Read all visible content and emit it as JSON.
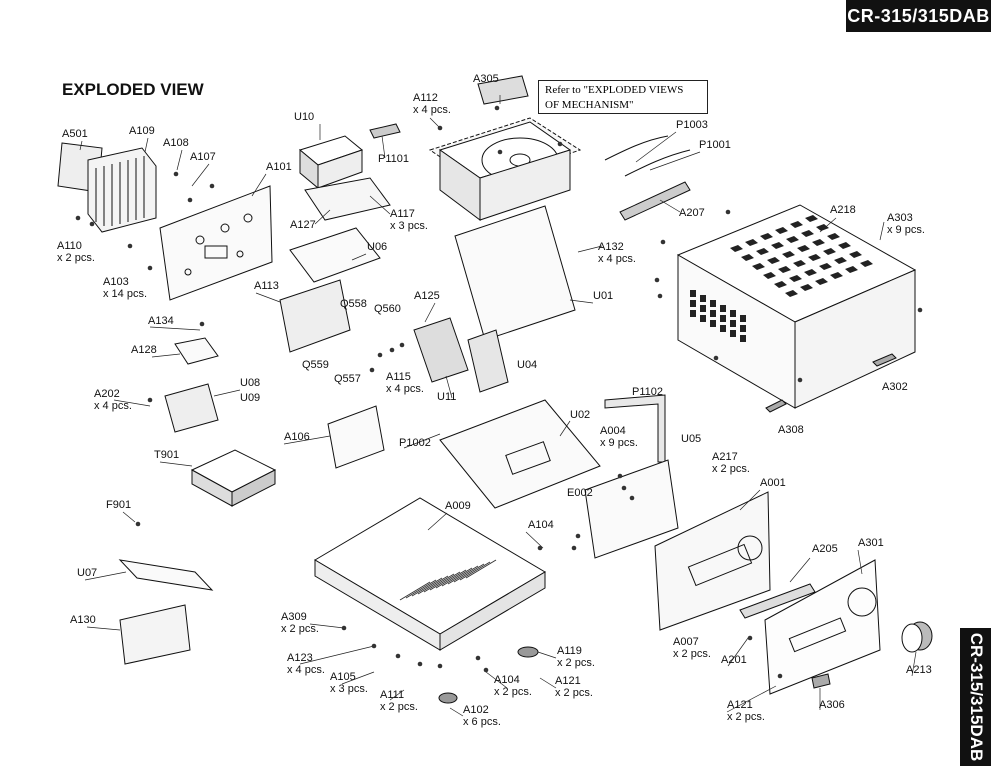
{
  "header": {
    "model_badge": "CR-315/315DAB"
  },
  "side_badge": {
    "label": "CR-315/315DAB"
  },
  "title": "EXPLODED VIEW",
  "note": {
    "line1": "Refer to \"EXPLODED VIEWS",
    "line2": "OF MECHANISM\""
  },
  "labels": [
    {
      "code": "A305"
    },
    {
      "code": "A112",
      "qty": "x 4 pcs."
    },
    {
      "code": "U10"
    },
    {
      "code": "P1101"
    },
    {
      "code": "P1003"
    },
    {
      "code": "P1001"
    },
    {
      "code": "A501"
    },
    {
      "code": "A109"
    },
    {
      "code": "A108"
    },
    {
      "code": "A107"
    },
    {
      "code": "A101"
    },
    {
      "code": "A127"
    },
    {
      "code": "A117",
      "qty": "x 3 pcs."
    },
    {
      "code": "U06"
    },
    {
      "code": "A207"
    },
    {
      "code": "A218"
    },
    {
      "code": "A303",
      "qty": "x 9 pcs."
    },
    {
      "code": "A110",
      "qty": "x 2 pcs."
    },
    {
      "code": "A103",
      "qty": "x 14 pcs."
    },
    {
      "code": "A132",
      "qty": "x 4 pcs."
    },
    {
      "code": "A113"
    },
    {
      "code": "A125"
    },
    {
      "code": "U01"
    },
    {
      "code": "Q558"
    },
    {
      "code": "Q560"
    },
    {
      "code": "A134"
    },
    {
      "code": "A128"
    },
    {
      "code": "Q559"
    },
    {
      "code": "Q557"
    },
    {
      "code": "A115",
      "qty": "x 4 pcs."
    },
    {
      "code": "U04"
    },
    {
      "code": "A302"
    },
    {
      "code": "U08"
    },
    {
      "code": "U09"
    },
    {
      "code": "A202",
      "qty": "x 4 pcs."
    },
    {
      "code": "U11"
    },
    {
      "code": "P1102"
    },
    {
      "code": "A308"
    },
    {
      "code": "A106"
    },
    {
      "code": "P1002"
    },
    {
      "code": "U02"
    },
    {
      "code": "A004",
      "qty": "x 9 pcs."
    },
    {
      "code": "U05"
    },
    {
      "code": "A217",
      "qty": "x 2 pcs."
    },
    {
      "code": "T901"
    },
    {
      "code": "A001"
    },
    {
      "code": "E002"
    },
    {
      "code": "A009"
    },
    {
      "code": "F901"
    },
    {
      "code": "A104"
    },
    {
      "code": "A301"
    },
    {
      "code": "A205"
    },
    {
      "code": "U07"
    },
    {
      "code": "A130"
    },
    {
      "code": "A309",
      "qty": "x 2 pcs."
    },
    {
      "code": "A007",
      "qty": "x 2 pcs."
    },
    {
      "code": "A123",
      "qty": "x 4 pcs."
    },
    {
      "code": "A119",
      "qty": "x 2 pcs."
    },
    {
      "code": "A201"
    },
    {
      "code": "A213"
    },
    {
      "code": "A105",
      "qty": "x 3 pcs."
    },
    {
      "code": "A104",
      "qty": "x 2 pcs."
    },
    {
      "code": "A121",
      "qty": "x 2 pcs."
    },
    {
      "code": "A111",
      "qty": "x 2 pcs."
    },
    {
      "code": "A102",
      "qty": "x 6 pcs."
    },
    {
      "code": "A306"
    },
    {
      "code": "A121",
      "qty": "x 2 pcs."
    }
  ]
}
